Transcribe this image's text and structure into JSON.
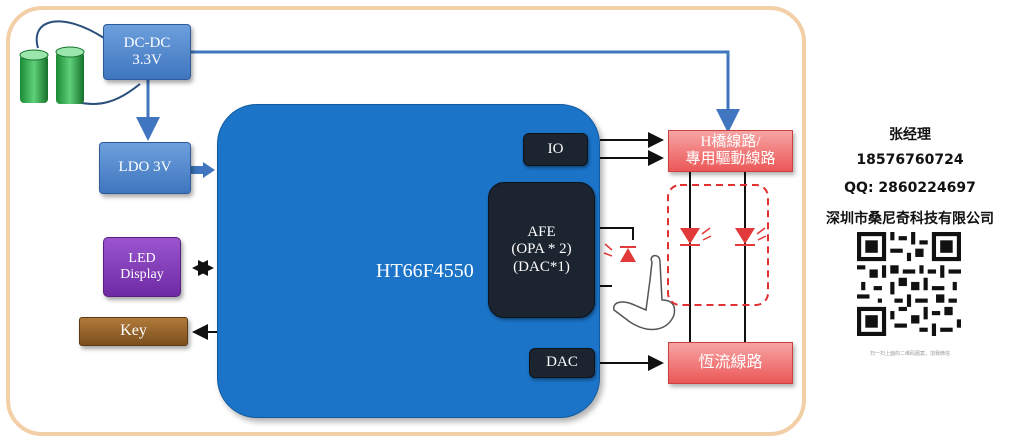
{
  "blocks": {
    "dcdc": "DC-DC\n3.3V",
    "ldo": "LDO 3V",
    "mcu": "HT66F4550",
    "io": "IO",
    "afe": "AFE\n(OPA * 2)\n(DAC*1)",
    "dac": "DAC",
    "led_display": "LED\nDisplay",
    "key": "Key",
    "hbridge": "H橋線路/\n專用驅動線路",
    "constant_current": "恆流線路"
  },
  "contact": {
    "name": "张经理",
    "phone": "18576760724",
    "qq": "QQ:  2860224697",
    "company": "深圳市桑尼奇科技有限公司",
    "qr_caption": "扫一扫上面的二维码图案，加我微信"
  },
  "colors": {
    "frame": "#f3cfa8",
    "mcu": "#1b74c8",
    "arrow_blue": "#3f76bf",
    "red_block": "#ec5757",
    "dashed": "#e03030"
  }
}
